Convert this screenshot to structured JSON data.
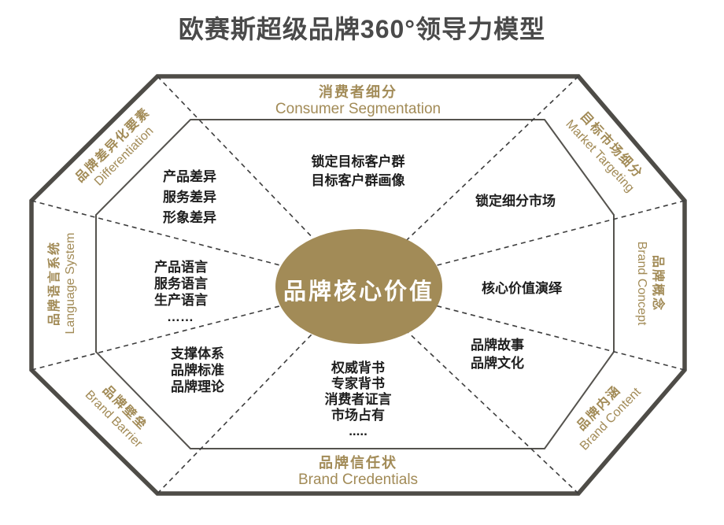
{
  "title": "欧赛斯超级品牌360°领导力模型",
  "center": {
    "label": "品牌核心价值"
  },
  "sections": {
    "top": {
      "zh": "消费者细分",
      "en": "Consumer Segmentation",
      "items": [
        "锁定目标客户群",
        "目标客户群画像"
      ]
    },
    "top_right": {
      "zh": "目标市场细分",
      "en": "Market Targeting",
      "items": [
        "锁定细分市场"
      ]
    },
    "right": {
      "zh": "品牌概念",
      "en": "Brand Concept",
      "items": [
        "核心价值演绎"
      ]
    },
    "bottom_right": {
      "zh": "品牌内涵",
      "en": "Brand Content",
      "items": [
        "品牌故事",
        "品牌文化"
      ]
    },
    "bottom": {
      "zh": "品牌信任状",
      "en": "Brand Credentials",
      "items": [
        "权威背书",
        "专家背书",
        "消费者证言",
        "市场占有",
        "....."
      ]
    },
    "bottom_left": {
      "zh": "品牌壁垒",
      "en": "Brand Barrier",
      "items": [
        "支撑体系",
        "品牌标准",
        "品牌理论"
      ]
    },
    "left": {
      "zh": "品牌语言系统",
      "en": "Language System",
      "items": [
        "产品语言",
        "服务语言",
        "生产语言",
        "……"
      ]
    },
    "top_left": {
      "zh": "品牌差异化要素",
      "en": "Differentiation",
      "items": [
        "产品差异",
        "服务差异",
        "形象差异"
      ]
    }
  },
  "colors": {
    "gold": "#A28B57",
    "line": "#4E4C47",
    "ink": "#1E1E1E",
    "title": "#4A4A4A"
  }
}
